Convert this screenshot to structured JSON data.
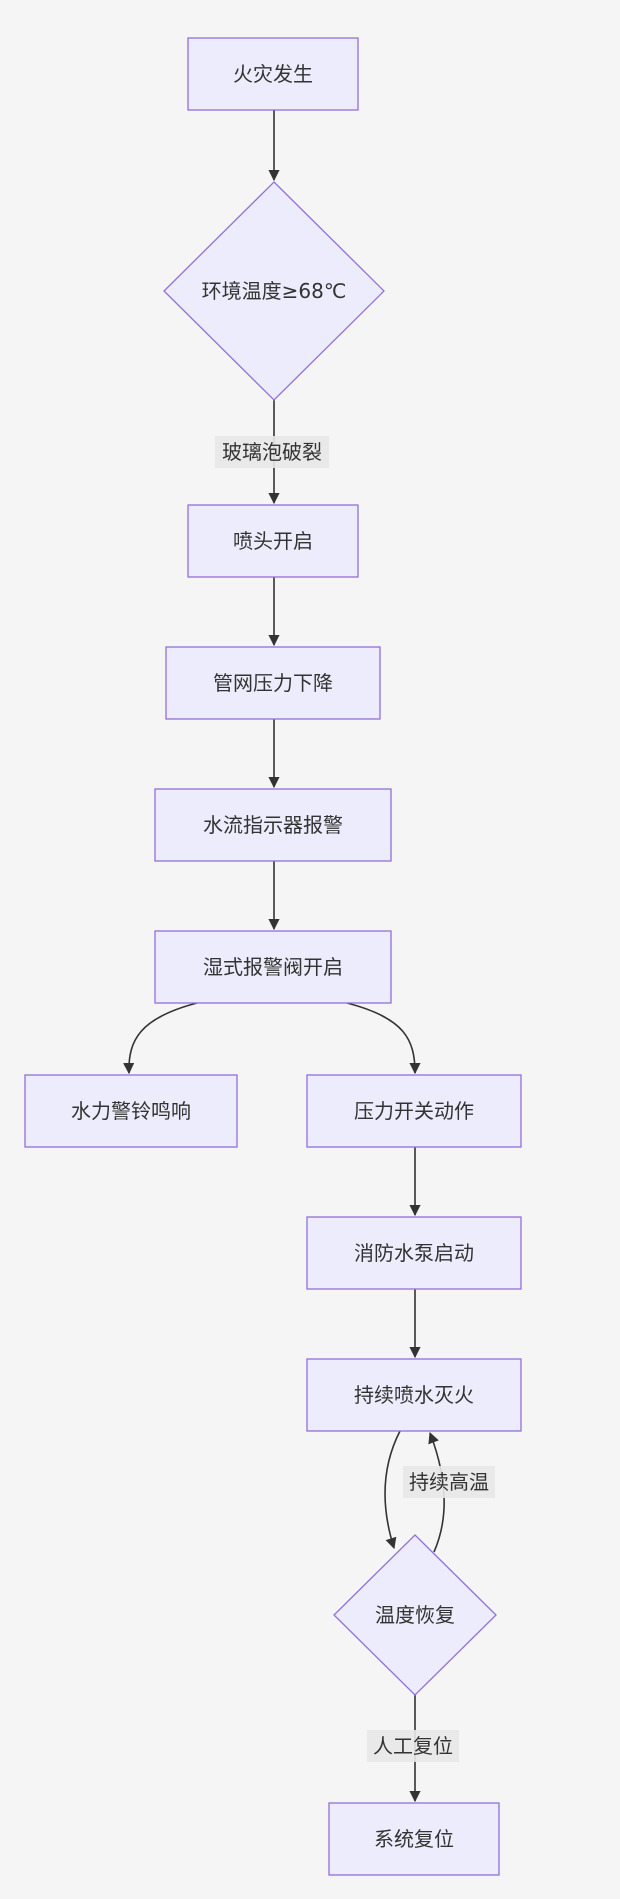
{
  "nodes": {
    "fire": "火灾发生",
    "temp_check": "环境温度≥68℃",
    "sprinkler_open": "喷头开启",
    "pressure_drop": "管网压力下降",
    "flow_alarm": "水流指示器报警",
    "wet_valve": "湿式报警阀开启",
    "bell": "水力警铃鸣响",
    "pressure_switch": "压力开关动作",
    "pump_start": "消防水泵启动",
    "spray": "持续喷水灭火",
    "temp_recover": "温度恢复",
    "reset": "系统复位"
  },
  "edges": {
    "bulb_burst": "玻璃泡破裂",
    "high_temp": "持续高温",
    "manual_reset": "人工复位"
  },
  "colors": {
    "node_fill": "#ececfc",
    "node_stroke": "#9370db",
    "edge": "#333333",
    "label_bg": "#e8e8e8",
    "background": "#f5f5f5"
  }
}
